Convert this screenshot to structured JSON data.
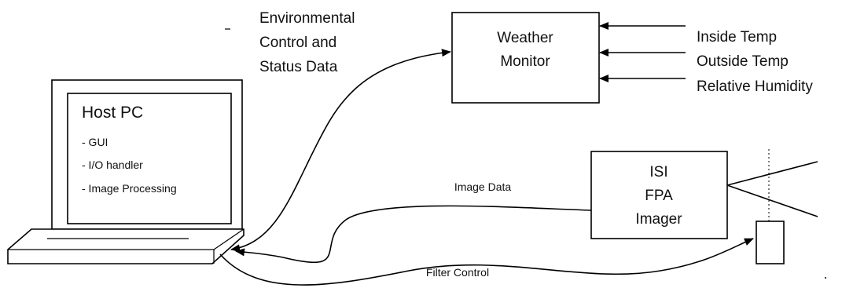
{
  "labels": {
    "env_line1": "Environmental",
    "env_line2": "Control and",
    "env_line3": "Status Data",
    "weather_line1": "Weather",
    "weather_line2": "Monitor",
    "inside_temp": "Inside Temp",
    "outside_temp": "Outside Temp",
    "humidity": "Relative Humidity",
    "host_title": "Host PC",
    "host_item1": "- GUI",
    "host_item2": "- I/O handler",
    "host_item3": "- Image Processing",
    "image_data": "Image Data",
    "imager_line1": "ISI",
    "imager_line2": "FPA",
    "imager_line3": "Imager",
    "filter_control": "Filter Control"
  }
}
